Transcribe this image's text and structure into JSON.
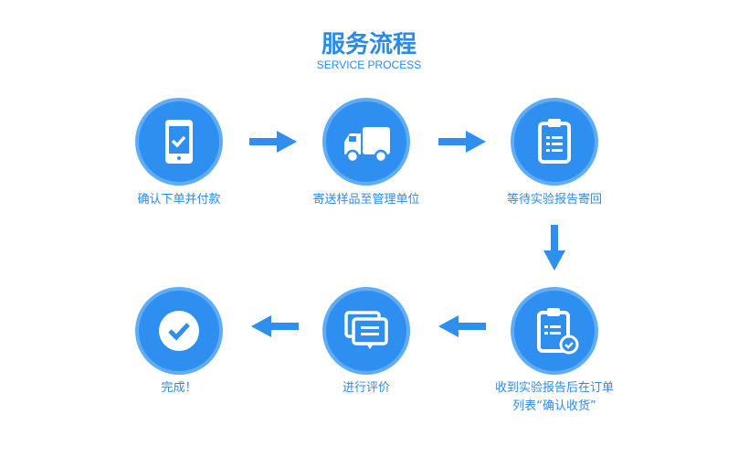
{
  "header": {
    "title": "服务流程",
    "subtitle": "SERVICE PROCESS"
  },
  "steps": [
    {
      "label": "确认下单并付款",
      "icon": "phone-check-icon"
    },
    {
      "label": "寄送样品至管理单位",
      "icon": "truck-icon"
    },
    {
      "label": "等待实验报告寄回",
      "icon": "clipboard-icon"
    },
    {
      "label": "收到实验报告后在订单",
      "label2": "列表“确认收货”",
      "icon": "clipboard-check-icon"
    },
    {
      "label": "进行评价",
      "icon": "chat-icon"
    },
    {
      "label": "完成！",
      "icon": "check-circle-icon"
    }
  ],
  "colors": {
    "primary": "#2e8ff0",
    "ring": "#5fadf6",
    "text": "#2f8ae6"
  }
}
